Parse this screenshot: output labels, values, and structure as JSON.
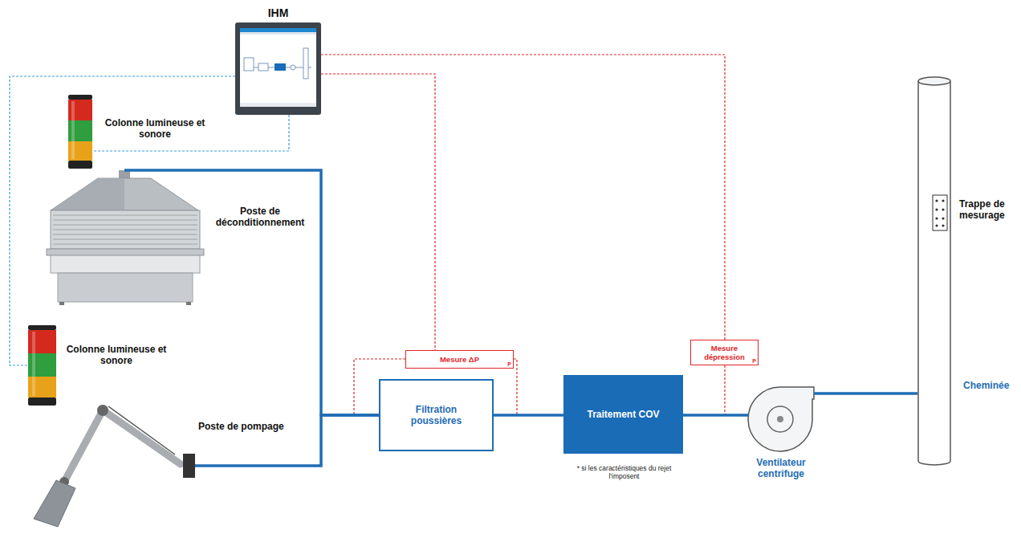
{
  "diagram": {
    "nodes": [
      {
        "text": [
          "IHM"
        ]
      },
      {
        "text": [
          "Colonne lumineuse et sonore"
        ]
      },
      {
        "text": [
          "Poste de déconditionnement"
        ]
      },
      {
        "text": [
          "Colonne lumineuse et sonore"
        ]
      },
      {
        "text": [
          "Poste de pompage"
        ]
      },
      {
        "text": [
          "Mesure ΔP",
          "P"
        ]
      },
      {
        "text": [
          "Filtration poussières"
        ]
      },
      {
        "text": [
          "Traitement COV"
        ]
      },
      {
        "text": [
          "Mesure dépression",
          "P"
        ]
      },
      {
        "text": [
          "Ventilateur centrifuge"
        ]
      },
      {
        "text": [
          "Cheminée"
        ]
      }
    ],
    "edges": [
      {
        "from": 0,
        "to": 1,
        "arrow": "none"
      },
      {
        "from": 0,
        "to": 3,
        "arrow": "none"
      },
      {
        "from": 0,
        "to": 5,
        "arrow": "none"
      },
      {
        "from": 0,
        "to": 8,
        "arrow": "none"
      },
      {
        "from": 2,
        "to": 6,
        "arrow": "none"
      },
      {
        "from": 4,
        "to": 6,
        "arrow": "none"
      },
      {
        "from": 6,
        "to": 7,
        "arrow": "none"
      },
      {
        "from": 7,
        "to": 9,
        "arrow": "none"
      },
      {
        "from": 9,
        "to": 10,
        "arrow": "none"
      }
    ],
    "labels": [
      "* si les caractéristiques du rejet l'imposent",
      "Trappe de mesurage"
    ]
  }
}
